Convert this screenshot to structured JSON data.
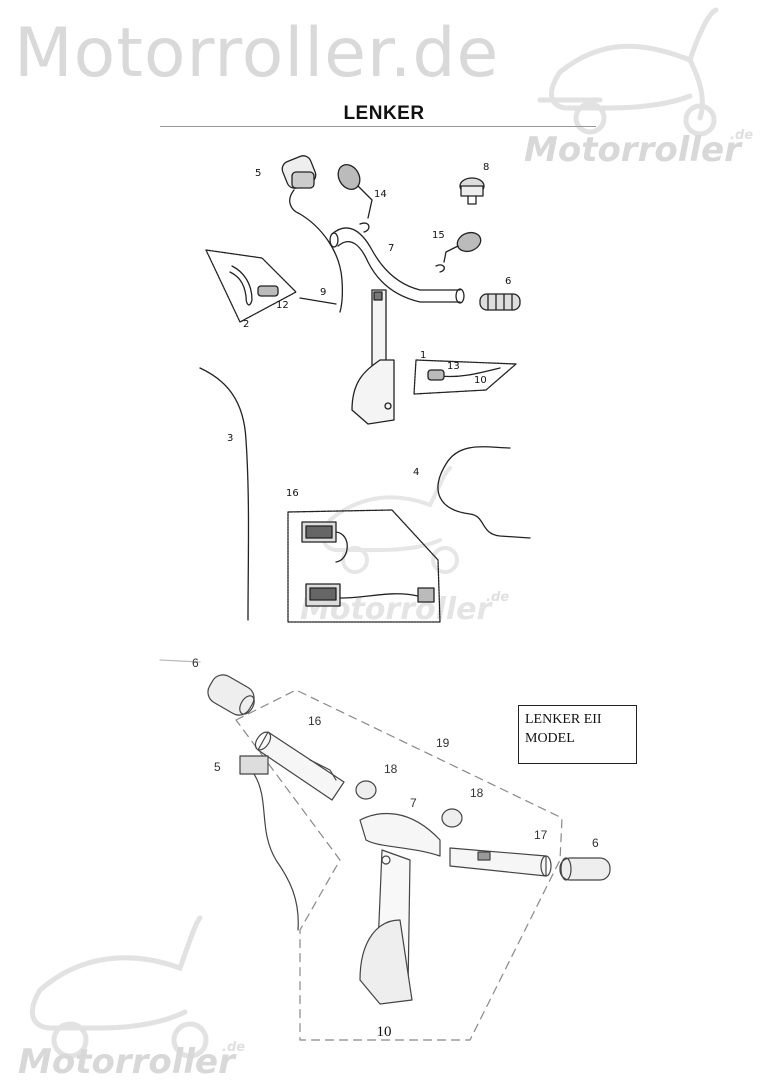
{
  "brand": {
    "site_name": "Motorroller.de",
    "watermark_text": "Motorroller",
    "watermark_suffix": ".de"
  },
  "page": {
    "title": "LENKER",
    "page_number": "10"
  },
  "diagram_top": {
    "callouts": [
      "5",
      "14",
      "8",
      "15",
      "7",
      "6",
      "9",
      "12",
      "2",
      "1",
      "13",
      "10",
      "3",
      "4",
      "16"
    ]
  },
  "diagram_bottom": {
    "model_box_lines": [
      "LENKER EII",
      "MODEL"
    ],
    "callouts": [
      "6",
      "16",
      "19",
      "5",
      "18",
      "7",
      "18",
      "17",
      "6"
    ]
  }
}
